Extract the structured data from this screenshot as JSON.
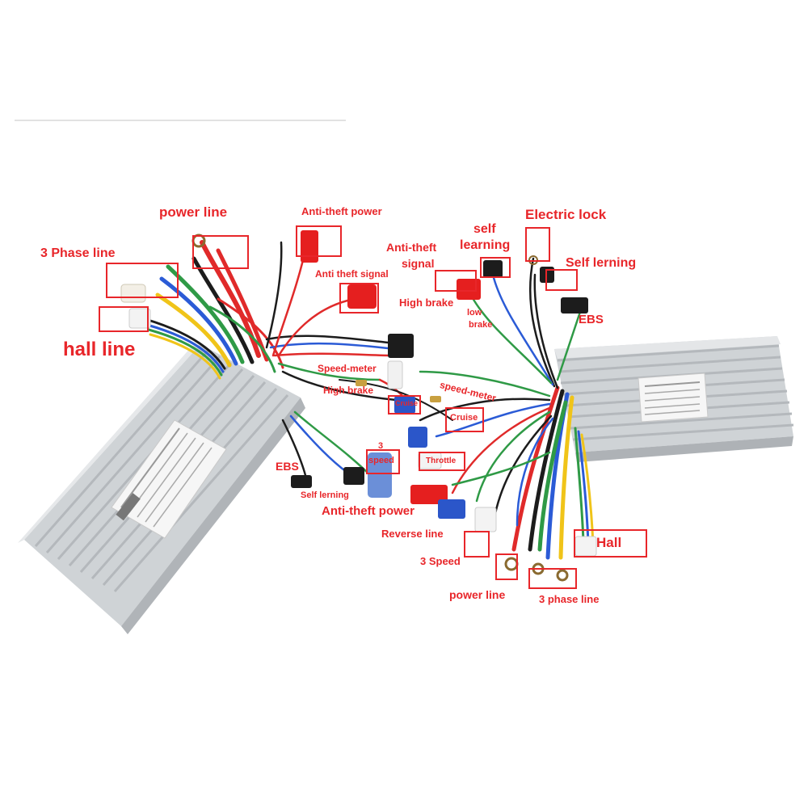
{
  "labels": {
    "power_line_left": "power line",
    "three_phase_left": "3 Phase line",
    "hall_line_left": "hall line",
    "anti_theft_power_top": "Anti-theft power",
    "anti_theft_signal": "Anti theft signal",
    "anti_theft_signal_right_1": "Anti-theft",
    "anti_theft_signal_right_2": "signal",
    "self_learning_1": "self",
    "self_learning_2": "learning",
    "electric_lock": "Electric lock",
    "self_lerning_right": "Self lerning",
    "high_brake_right": "High brake",
    "low_brake_1": "low",
    "low_brake_2": "brake",
    "ebs_right": "EBS",
    "speed_meter_left": "Speed-meter",
    "high_brake_left": "High brake",
    "cruise_left": "Cruise",
    "speed_meter_right": "speed-meter",
    "cruise_right": "Cruise",
    "three_speed_left_1": "3",
    "three_speed_left_2": "speed",
    "throttle": "Throttle",
    "ebs_left": "EBS",
    "self_lerning_left": "Self lerning",
    "anti_theft_power_bottom": "Anti-theft power",
    "reverse_line": "Reverse line",
    "three_speed_right": "3 Speed",
    "power_line_right": "power line",
    "three_phase_right": "3 phase line",
    "hall_right": "Hall"
  },
  "colors": {
    "label": "#e8262a",
    "controller_body": "#dcdfe2",
    "controller_fin": "#b9bdc1",
    "wire_red": "#e02a2a",
    "wire_black": "#1c1c1c",
    "wire_blue": "#2b5bd6",
    "wire_green": "#2f9a46",
    "wire_yellow": "#f0c419",
    "wire_white": "#f4f4f4"
  }
}
